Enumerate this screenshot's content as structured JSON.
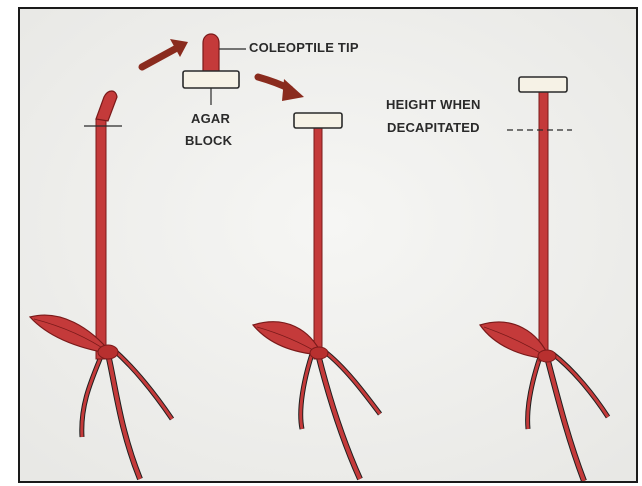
{
  "labels": {
    "coleoptile_tip": "COLEOPTILE TIP",
    "agar_line1": "AGAR",
    "agar_line2": "BLOCK",
    "height_line1": "HEIGHT WHEN",
    "height_line2": "DECAPITATED"
  },
  "colors": {
    "stem": "#c43a3a",
    "stem_dark": "#8a1e1e",
    "agar": "#f6f2e6",
    "arrow": "#8a2b1e",
    "background": "#f1f1ef"
  }
}
